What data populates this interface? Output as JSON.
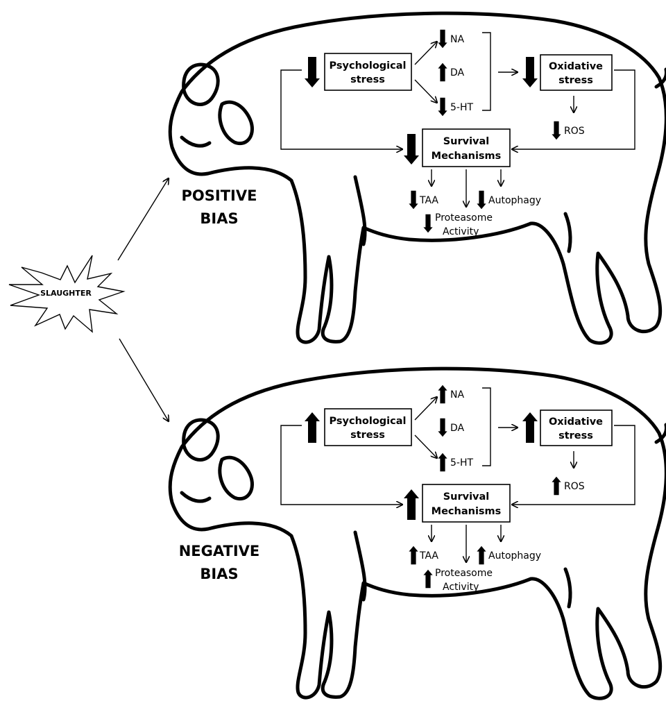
{
  "stimulus": {
    "label": "SLAUGHTER"
  },
  "panels": [
    {
      "id": "positive",
      "bias_label": [
        "POSITIVE",
        "BIAS"
      ],
      "psych_stress": [
        "Psychological",
        "stress"
      ],
      "oxidative_stress": [
        "Oxidative",
        "stress"
      ],
      "survival": [
        "Survival",
        "Mechanisms"
      ],
      "neuro": [
        "NA",
        "DA",
        "5-HT"
      ],
      "ros": "ROS",
      "outputs": {
        "taa": "TAA",
        "autophagy": "Autophagy",
        "proteasome": [
          "Proteasome",
          "Activity"
        ]
      },
      "directions": {
        "psych": "down",
        "na": "down",
        "da": "up",
        "ht5": "down",
        "oxidative": "down",
        "ros": "down",
        "survival": "down",
        "taa": "down",
        "autophagy": "down",
        "proteasome": "down"
      }
    },
    {
      "id": "negative",
      "bias_label": [
        "NEGATIVE",
        "BIAS"
      ],
      "psych_stress": [
        "Psychological",
        "stress"
      ],
      "oxidative_stress": [
        "Oxidative",
        "stress"
      ],
      "survival": [
        "Survival",
        "Mechanisms"
      ],
      "neuro": [
        "NA",
        "DA",
        "5-HT"
      ],
      "ros": "ROS",
      "outputs": {
        "taa": "TAA",
        "autophagy": "Autophagy",
        "proteasome": [
          "Proteasome",
          "Activity"
        ]
      },
      "directions": {
        "psych": "up",
        "na": "up",
        "da": "down",
        "ht5": "up",
        "oxidative": "up",
        "ros": "up",
        "survival": "up",
        "taa": "up",
        "autophagy": "up",
        "proteasome": "up"
      }
    }
  ]
}
